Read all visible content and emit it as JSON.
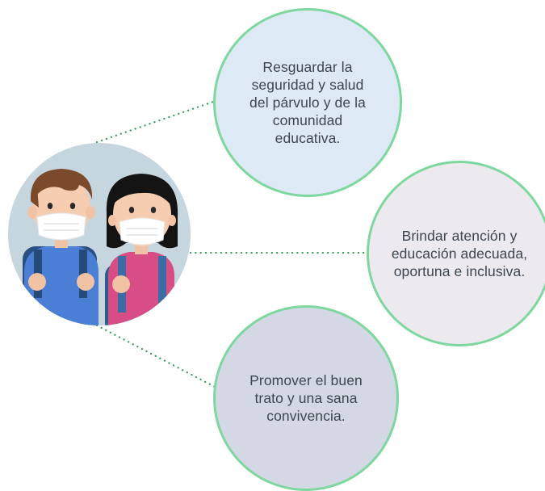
{
  "diagram": {
    "colors": {
      "accent_border": "#7fd7a0",
      "connector": "#2e9a55",
      "text": "#3d4650",
      "bubble_1_fill": "#dde9f4",
      "bubble_2_fill": "#ece9ef",
      "bubble_3_fill": "#d3d8e4",
      "avatar_bg": "#c6d6df"
    },
    "center": {
      "icon": "children-with-masks-icon"
    },
    "nodes": [
      {
        "text": "Resguardar la seguridad y salud del párvulo y de la comunidad educativa."
      },
      {
        "text": "Brindar atención y educación adecuada, oportuna e inclusiva."
      },
      {
        "text": "Promover el buen trato y una sana convivencia."
      }
    ]
  }
}
